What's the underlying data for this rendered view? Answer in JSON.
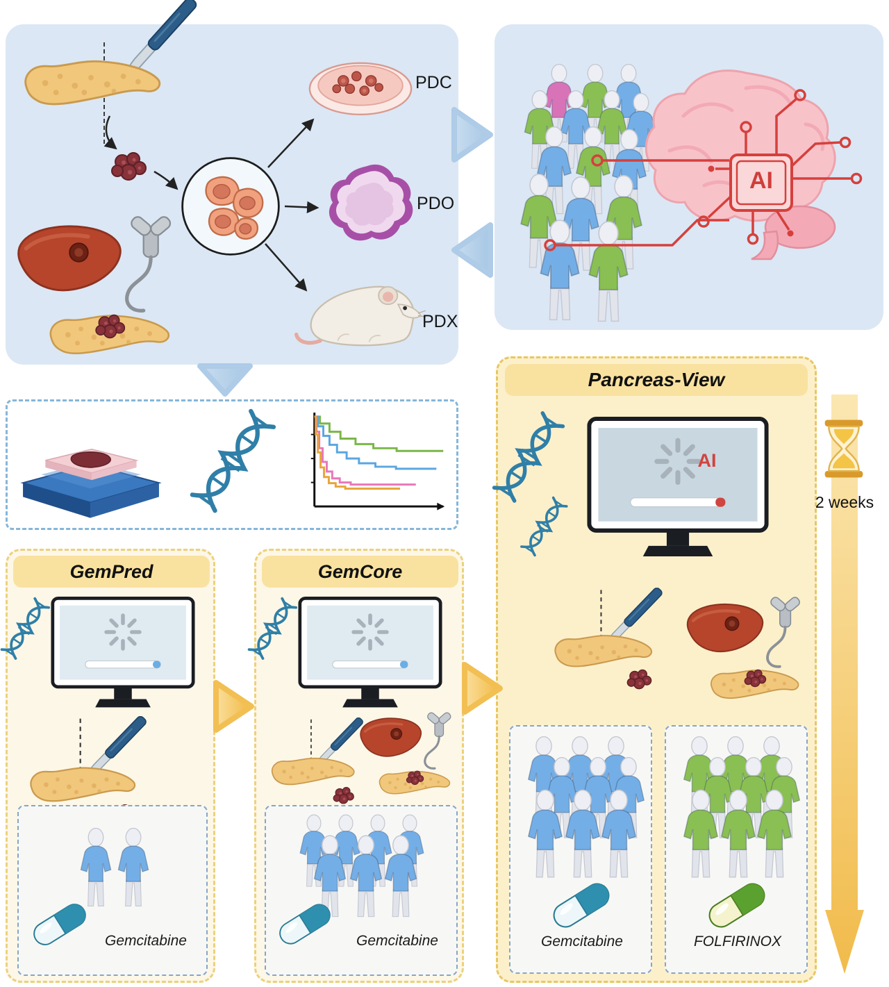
{
  "figure": {
    "models_panel": {
      "pdc_label": "PDC",
      "pdo_label": "PDO",
      "pdx_label": "PDX"
    },
    "ai_panel": {
      "chip_label": "AI"
    },
    "pancreas_view": {
      "title": "Pancreas-View",
      "monitor_label": "AI",
      "duration_label": "2 weeks",
      "arm_left_drug": "Gemcitabine",
      "arm_right_drug": "FOLFIRINOX"
    },
    "gempred": {
      "title": "GemPred",
      "drug": "Gemcitabine"
    },
    "gemcore": {
      "title": "GemCore",
      "drug": "Gemcitabine"
    }
  },
  "colors": {
    "panel_blue": "#dbe7f4",
    "panel_yellow_bg": "#fcf0cb",
    "header_yellow": "#f9e2a0",
    "accent_red": "#d0453f",
    "patient_blue": "#74aee6",
    "patient_green": "#8abf53",
    "patient_pink": "#d873b8",
    "arrow_blue": "#aecbe7",
    "arrow_yellow": "#f5c45c",
    "dna_blue": "#2f7fa8"
  }
}
